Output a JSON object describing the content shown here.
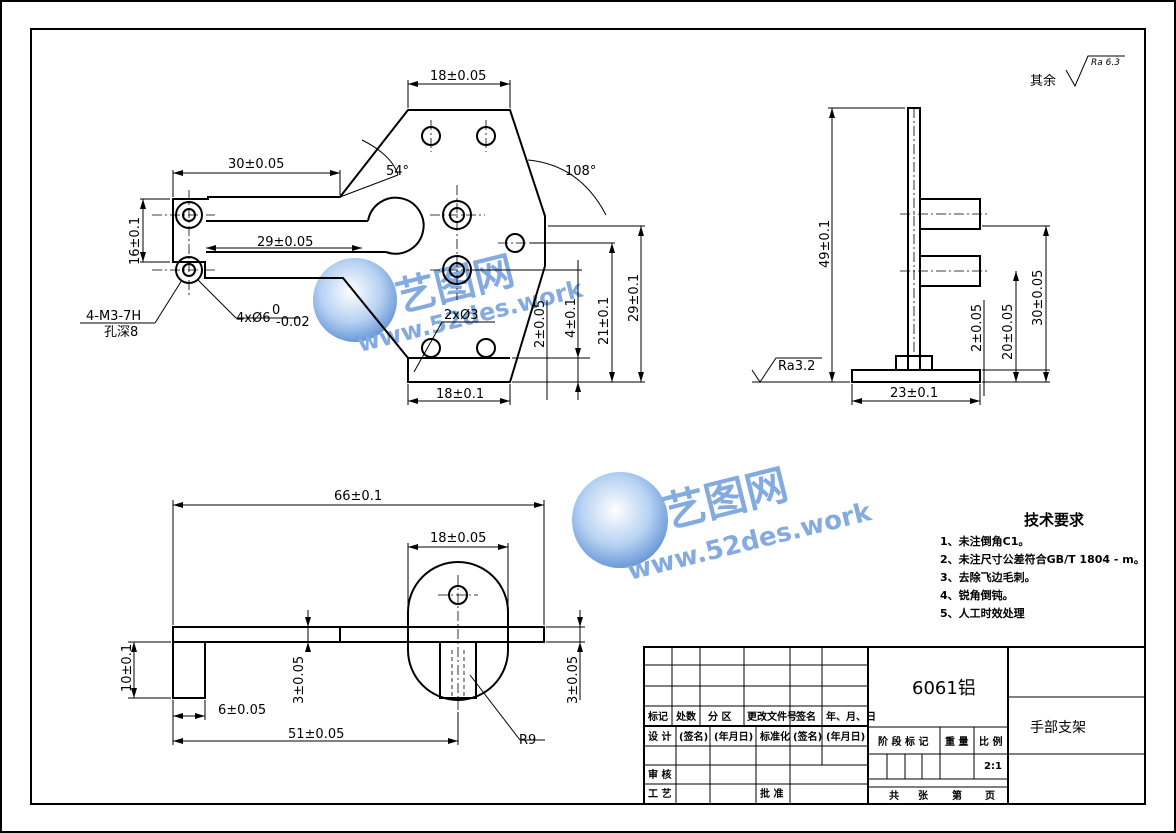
{
  "drawing": {
    "material": "6061铝",
    "part_name": "手部支架",
    "surface_note_prefix": "其余",
    "surface_note_value": "Ra 6.3",
    "side_roughness": "Ra3.2"
  },
  "tech_requirements": {
    "title": "技术要求",
    "items": [
      "1、未注倒角C1。",
      "2、未注尺寸公差符合GB/T 1804 - m。",
      "3、去除飞边毛刺。",
      "4、锐角倒钝。",
      "5、人工时效处理"
    ]
  },
  "dimensions": {
    "top_18": "18±0.05",
    "left_30": "30±0.05",
    "angle_54": "54°",
    "angle_108": "108°",
    "left_16": "16±0.1",
    "inner_29": "29±0.05",
    "thread": "4-M3-7H",
    "thread_depth": "孔深8",
    "holes_4x": "4xØ6",
    "tol_upper": "0",
    "tol_lower": "-0.02",
    "holes_2x": "2xØ3",
    "v_2": "2±0.05",
    "v_4": "4±0.1",
    "v_21": "21±0.1",
    "v_29": "29±0.1",
    "bottom_18": "18±0.1",
    "side_49": "49±0.1",
    "side_2": "2±0.05",
    "side_20": "20±0.05",
    "side_30": "30±0.05",
    "side_23": "23±0.1",
    "b_66": "66±0.1",
    "b_18": "18±0.05",
    "b_10": "10±0.1",
    "b_3a": "3±0.05",
    "b_6": "6±0.05",
    "b_51": "51±0.05",
    "b_r9": "R9",
    "b_3b": "3±0.05"
  },
  "title_block": {
    "row1": [
      "标记",
      "处数",
      "分 区",
      "更改文件号",
      "签名",
      "年、月、日"
    ],
    "row2": [
      "设 计",
      "(签名)",
      "(年月日)",
      "标准化",
      "(签名)",
      "(年月日)"
    ],
    "stage_headers": [
      "阶 段 标 记",
      "重 量",
      "比 例"
    ],
    "scale": "2:1",
    "review": "审 核",
    "process": "工 艺",
    "approve": "批 准",
    "sheets": [
      "共",
      "张",
      "第",
      "页"
    ]
  },
  "watermark": {
    "logo_text": "艺图网",
    "url_text": "www.52des.work"
  }
}
